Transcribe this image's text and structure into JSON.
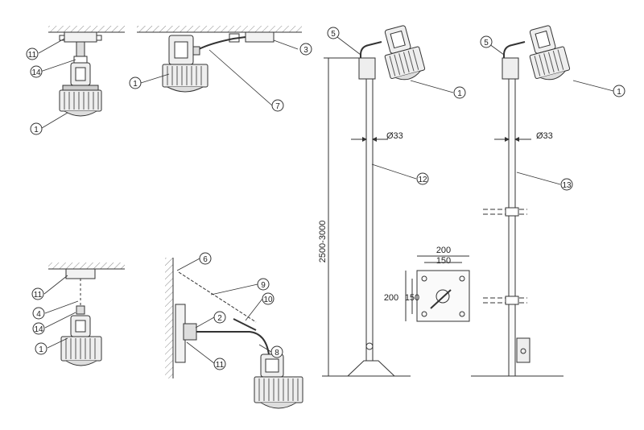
{
  "colors": {
    "line": "#333333",
    "hatch": "#888888",
    "lamp_dark": "#555555",
    "lamp_fill": "#e6e6e6"
  },
  "callouts": {
    "c11a": "11",
    "c14a": "14",
    "c1a": "1",
    "c1b": "1",
    "c7": "7",
    "c3": "3",
    "c5a": "5",
    "c1c": "1",
    "c12": "12",
    "c5b": "5",
    "c1d": "1",
    "c13": "13",
    "c11b": "11",
    "c4": "4",
    "c14b": "14",
    "c1e": "1",
    "c6": "6",
    "c9": "9",
    "c10": "10",
    "c2": "2",
    "c8": "8",
    "c11c": "11"
  },
  "dimensions": {
    "pole_height": "2500-3000",
    "pole_dia_a": "Ø33",
    "pole_dia_b": "Ø33",
    "plate_w_outer": "200",
    "plate_w_inner": "150",
    "plate_h_outer": "200",
    "plate_h_inner": "150"
  }
}
